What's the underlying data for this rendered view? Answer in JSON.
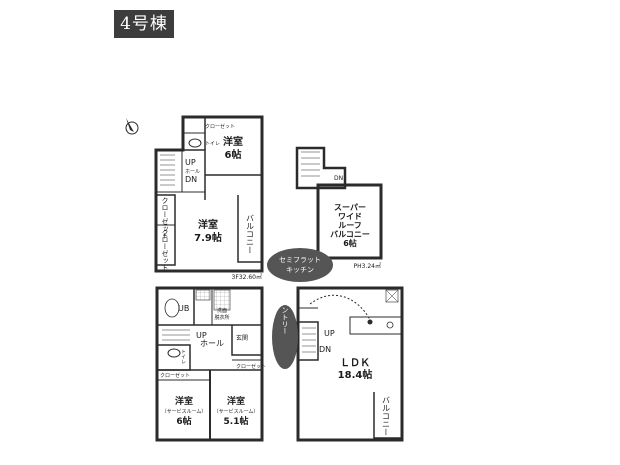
{
  "title": "4号棟",
  "colors": {
    "wall": "#2b2b2b",
    "bubble": "#555555",
    "bubble_text": "#ffffff",
    "title_bg": "#3d3d3d"
  },
  "floor3": {
    "area_label": "3F32.60㎡",
    "rooms": {
      "yoshitsu_top": {
        "name": "洋室",
        "size": "6帖"
      },
      "yoshitsu_mid": {
        "name": "洋室",
        "size": "7.9帖"
      },
      "closet_top": "クローゼット",
      "toilet": "トイレ",
      "up": "UP",
      "hall": "ホール",
      "dn": "DN",
      "closet_left": "クローゼット",
      "closet_bottom": "クローゼット",
      "balcony": "バルコニー"
    }
  },
  "ph": {
    "area_label": "PH3.24㎡",
    "dn": "DN",
    "roof_balcony": {
      "line1": "スーパー",
      "line2": "ワイド",
      "line3": "ルーフ",
      "line4": "バルコニー",
      "size": "6帖"
    }
  },
  "floor1": {
    "rooms": {
      "ub": "UB",
      "washroom_l1": "洗面",
      "washroom_l2": "脱衣所",
      "up": "UP",
      "hall": "ホール",
      "entrance": "玄関",
      "toilet": "トイレ",
      "closet_left": "クローゼット",
      "closet_right": "クローゼット",
      "room_left": {
        "name": "洋室",
        "sub": "（サービスルーム）",
        "size": "6帖"
      },
      "room_right": {
        "name": "洋室",
        "sub": "（サービスルーム）",
        "size": "5.1帖"
      }
    }
  },
  "floor2": {
    "rooms": {
      "ldk": {
        "name": "ＬＤＫ",
        "size": "18.4帖"
      },
      "up": "UP",
      "dn": "DN",
      "balcony": "バルコニー"
    }
  },
  "callouts": {
    "kitchen_l1": "セミフラット",
    "kitchen_l2": "キッチン",
    "pantry": "広々パントリー"
  }
}
